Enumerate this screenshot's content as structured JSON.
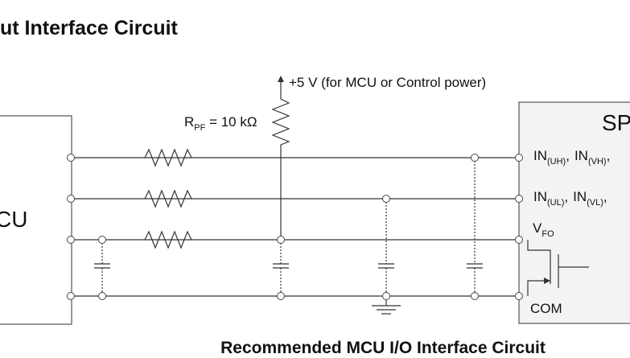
{
  "header": {
    "title": "ut Interface Circuit"
  },
  "caption": "Recommended MCU I/O Interface Circuit",
  "supply": {
    "label": "+5 V (for MCU or Control power)"
  },
  "pullup": {
    "prefix": "R",
    "subscript": "PF",
    "value": " = 10 kΩ"
  },
  "mcu": {
    "label": "CU"
  },
  "ic": {
    "title": "SP",
    "pins": {
      "high": {
        "parts": [
          [
            "IN",
            "(UH)"
          ],
          [
            "IN",
            "(VH)"
          ]
        ],
        "sep": ",",
        "trail": ","
      },
      "low": {
        "parts": [
          [
            "IN",
            "(UL)"
          ],
          [
            "IN",
            "(VL)"
          ]
        ],
        "sep": ",",
        "trail": ","
      },
      "fault": {
        "main": "V",
        "sub": "FO"
      },
      "com": "COM"
    }
  },
  "colors": {
    "line": "#333333",
    "ic_fill": "#f3f3f3",
    "text": "#111111"
  }
}
